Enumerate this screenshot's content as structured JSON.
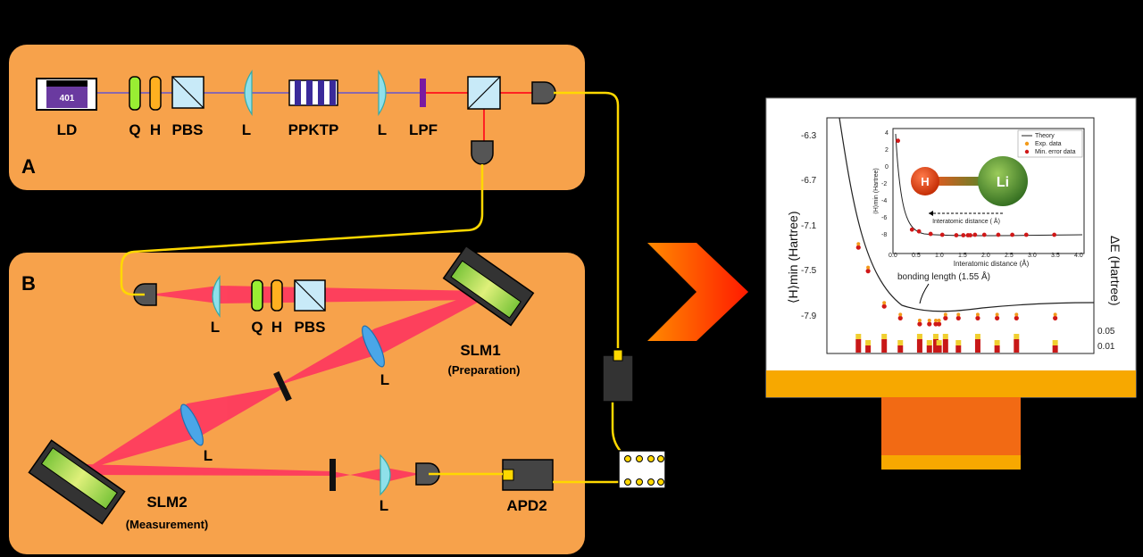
{
  "panel_a": {
    "letter": "A",
    "ld_chip": "401",
    "labels": {
      "ld": "LD",
      "q": "Q",
      "h": "H",
      "pbs": "PBS",
      "l1": "L",
      "ppktp": "PPKTP",
      "l2": "L",
      "lpf": "LPF"
    }
  },
  "panel_b": {
    "letter": "B",
    "labels": {
      "l1": "L",
      "q": "Q",
      "h": "H",
      "pbs": "PBS",
      "l2": "L",
      "l3": "L",
      "l4": "L",
      "apd": "APD2"
    },
    "slm1": {
      "name": "SLM1",
      "sub": "(Preparation)"
    },
    "slm2": {
      "name": "SLM2",
      "sub": "(Measurement)"
    }
  },
  "chart_data": {
    "type": "scatter",
    "ylabel": "⟨H⟩min (Hartree)",
    "y2label": "ΔE (Hartree)",
    "y_ticks": [
      "-6.3",
      "-6.7",
      "-7.1",
      "-7.5",
      "-7.9"
    ],
    "y2_ticks": [
      "0.05",
      "0.01"
    ],
    "annotation": "bonding length (1.55 Å)",
    "inset": {
      "ylabel": "⟨H⟩min (Hartree)",
      "xlabel": "Interatomic distance (Å)",
      "x_ticks": [
        "0.0",
        "0.5",
        "1.0",
        "1.5",
        "2.0",
        "2.5",
        "3.0",
        "3.5",
        "4.0"
      ],
      "y_ticks": [
        "4",
        "2",
        "0",
        "-2",
        "-4",
        "-6",
        "-8"
      ],
      "legend": [
        "Theory",
        "Exp. data",
        "Min. error data"
      ],
      "molecule": {
        "atom1": "H",
        "atom2": "Li",
        "arrow_label": "Interatomic distance ( Å)"
      },
      "min_error_points": [
        [
          0.05,
          3.0
        ],
        [
          0.35,
          -7.3
        ],
        [
          0.5,
          -7.5
        ],
        [
          0.75,
          -7.8
        ],
        [
          1.0,
          -7.9
        ],
        [
          1.3,
          -7.95
        ],
        [
          1.45,
          -7.95
        ],
        [
          1.55,
          -7.95
        ],
        [
          1.6,
          -7.95
        ],
        [
          1.7,
          -7.9
        ],
        [
          1.9,
          -7.9
        ],
        [
          2.2,
          -7.9
        ],
        [
          2.5,
          -7.9
        ],
        [
          2.8,
          -7.9
        ],
        [
          3.4,
          -7.9
        ]
      ]
    }
  },
  "colors": {
    "panel": "#f7a24b",
    "laser_blue": "#6655cc",
    "laser_red": "#ff2222",
    "fiber": "#ffd800",
    "beam": "#ff3060",
    "monitor_base": "#f7a800"
  }
}
